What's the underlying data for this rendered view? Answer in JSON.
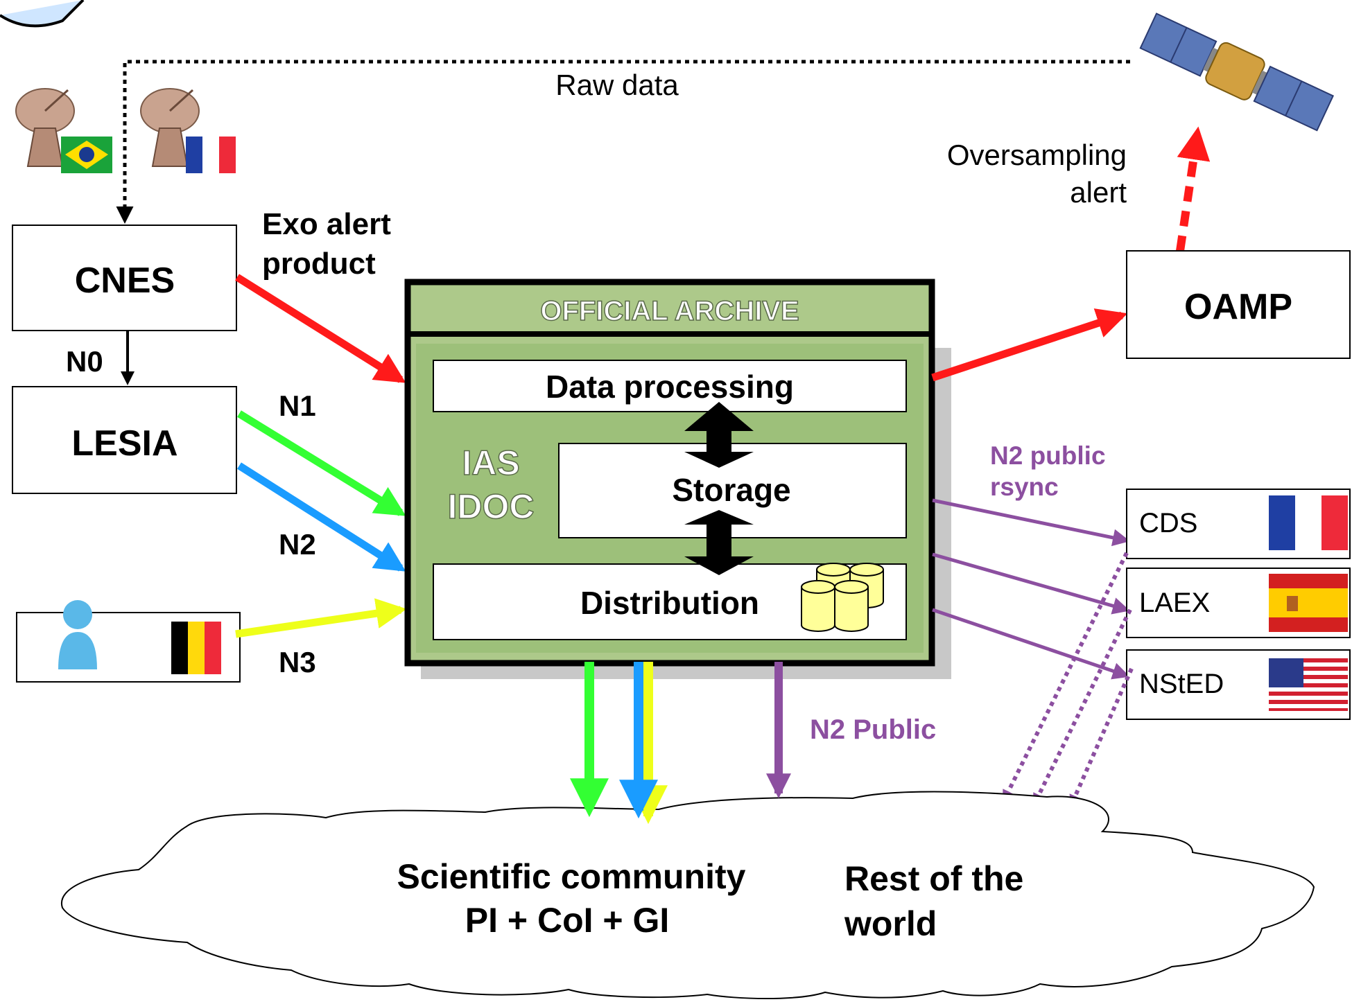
{
  "labels": {
    "raw_data": "Raw data",
    "exo_alert_line1": "Exo alert",
    "exo_alert_line2": "product",
    "oversampling_line1": "Oversampling",
    "oversampling_line2": "alert",
    "n0": "N0",
    "n1": "N1",
    "n2": "N2",
    "n3": "N3",
    "n2_public_rsync_line1": "N2 public",
    "n2_public_rsync_line2": "rsync",
    "n2_public": "N2 Public"
  },
  "nodes": {
    "cnes": "CNES",
    "lesia": "LESIA",
    "oamp": "OAMP",
    "cds": "CDS",
    "laex": "LAEX",
    "nsted": "NStED"
  },
  "archive": {
    "title": "OFFICIAL ARCHIVE",
    "org_line1": "IAS",
    "org_line2": "IDOC",
    "data_processing": "Data processing",
    "storage": "Storage",
    "distribution": "Distribution"
  },
  "cloud": {
    "sci_line1": "Scientific community",
    "sci_line2": "PI + CoI + GI",
    "rest_line1": "Rest of the",
    "rest_line2": "world"
  },
  "colors": {
    "red": "#ff1a1a",
    "green": "#33ff33",
    "blue": "#1a9cff",
    "yellow": "#eeff1a",
    "purple": "#8c4fa0",
    "archive_green": "#adc98a",
    "archive_inner": "#9dc07a"
  },
  "icons": [
    "antenna-icon",
    "brazil-flag-icon",
    "france-flag-icon",
    "satellite-icon",
    "user-icon",
    "belgium-flag-icon",
    "spain-flag-icon",
    "usa-flag-icon",
    "database-icon"
  ]
}
